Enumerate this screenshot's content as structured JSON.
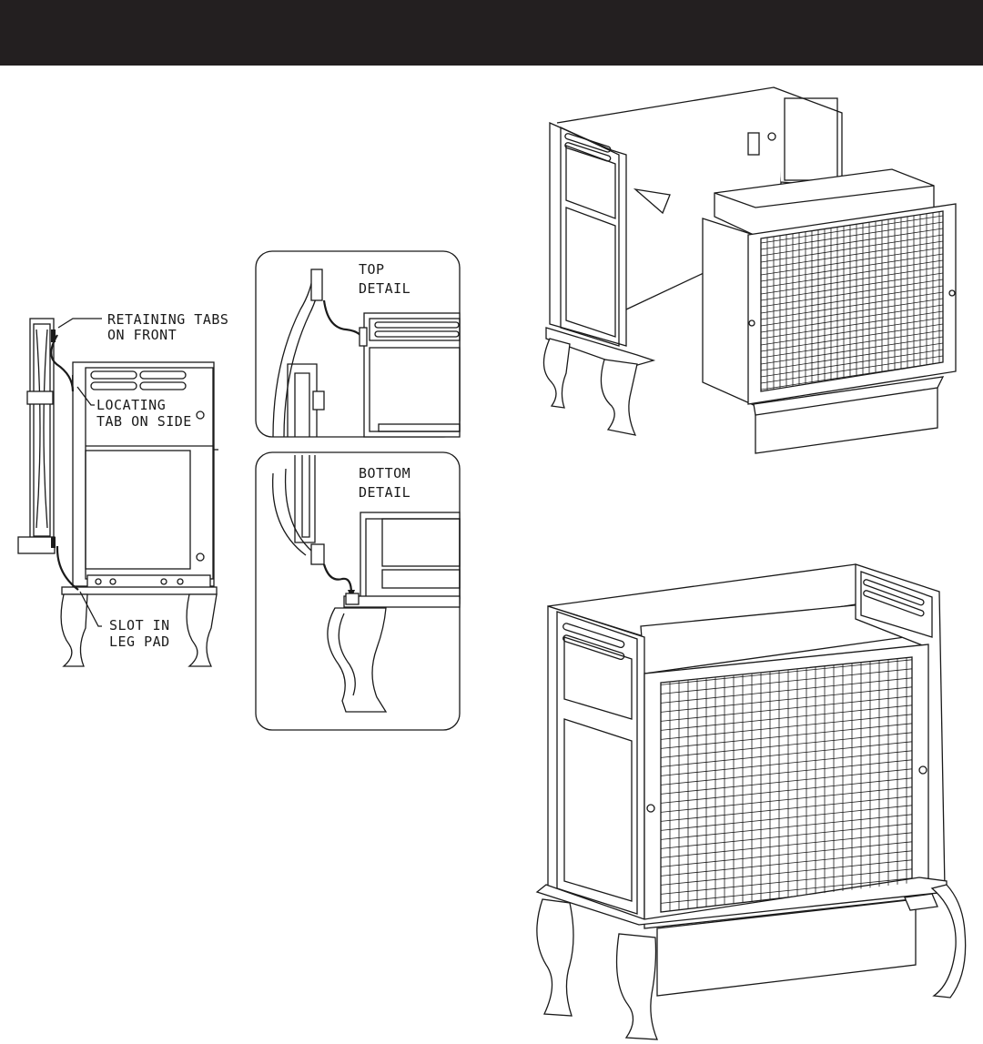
{
  "header": {
    "title": ""
  },
  "side_view": {
    "callout_retaining": [
      "RETAINING TABS",
      "ON FRONT"
    ],
    "callout_locating": [
      "LOCATING",
      "TAB ON SIDE"
    ],
    "callout_slot": [
      "SLOT IN",
      "LEG PAD"
    ]
  },
  "top_detail": {
    "label": [
      "TOP",
      "DETAIL"
    ]
  },
  "bottom_detail": {
    "label": [
      "BOTTOM",
      "DETAIL"
    ]
  }
}
